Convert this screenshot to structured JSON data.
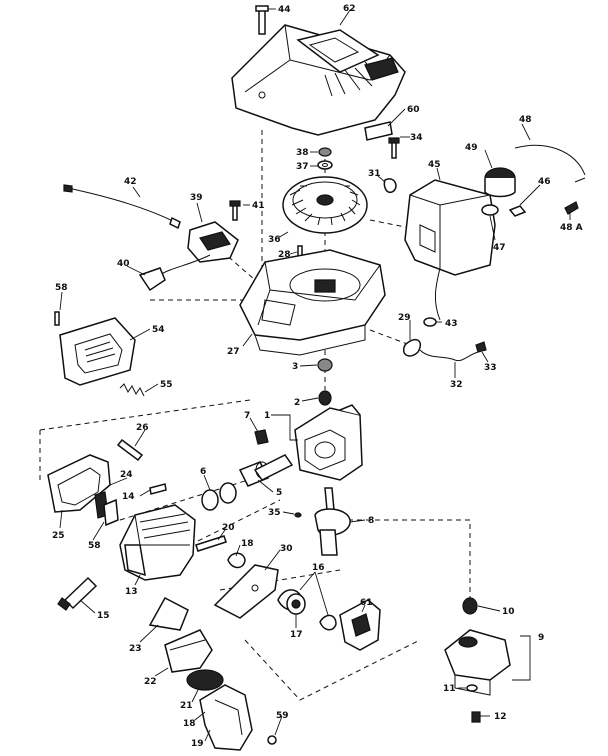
{
  "labels": {
    "p44": "44",
    "p62": "62",
    "p60": "60",
    "p38": "38",
    "p37": "37",
    "p34": "34",
    "p31": "31",
    "p36": "36",
    "p28": "28",
    "p42": "42",
    "p39": "39",
    "p41": "41",
    "p40": "40",
    "p45": "45",
    "p49": "49",
    "p48": "48",
    "p46": "46",
    "p48a": "48 A",
    "p47": "47",
    "p27": "27",
    "p58": "58",
    "p54": "54",
    "p55": "55",
    "p29": "29",
    "p43": "43",
    "p32": "32",
    "p33": "33",
    "p3": "3",
    "p2": "2",
    "p1": "1",
    "p7": "7",
    "p26": "26",
    "p6": "6",
    "p5": "5",
    "p35": "35",
    "p8": "8",
    "p24": "24",
    "p14": "14",
    "p25": "25",
    "p58b": "58",
    "p20": "20",
    "p18": "18",
    "p30": "30",
    "p13": "13",
    "p16": "16",
    "p61": "61",
    "p15": "15",
    "p17": "17",
    "p10": "10",
    "p9": "9",
    "p23": "23",
    "p22": "22",
    "p21": "21",
    "p11": "11",
    "p19": "19",
    "p12": "12",
    "p18b": "18",
    "p59": "59"
  },
  "colors": {
    "ink": "#111111",
    "paper": "#ffffff"
  }
}
